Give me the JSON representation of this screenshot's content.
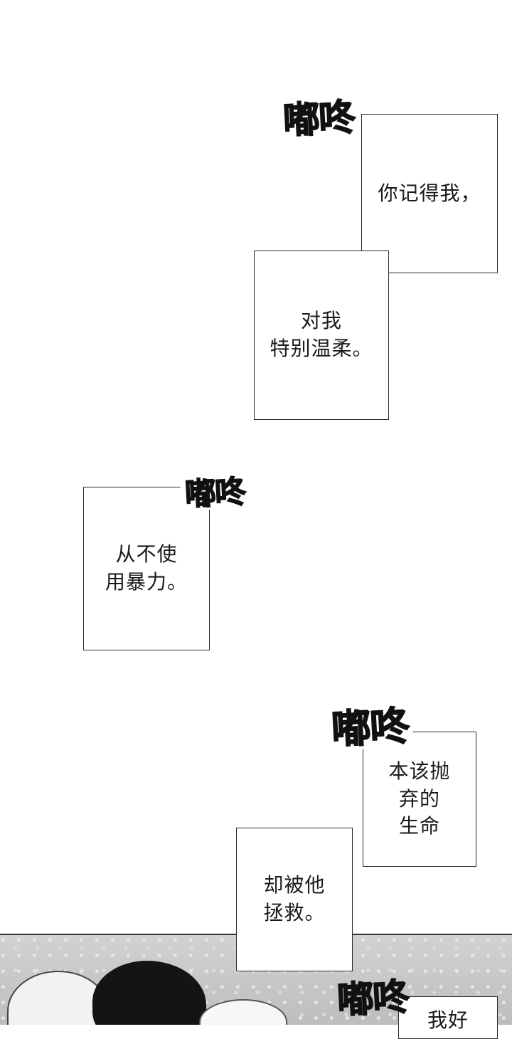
{
  "sound_effect": "嘟咚",
  "captions": [
    {
      "text": "你记得我，"
    },
    {
      "text": "对我\n特别温柔。"
    },
    {
      "text": "从不使\n用暴力。"
    },
    {
      "text": "本该抛\n弃的\n生命"
    },
    {
      "text": "却被他\n拯救。"
    },
    {
      "text": "我好"
    }
  ]
}
